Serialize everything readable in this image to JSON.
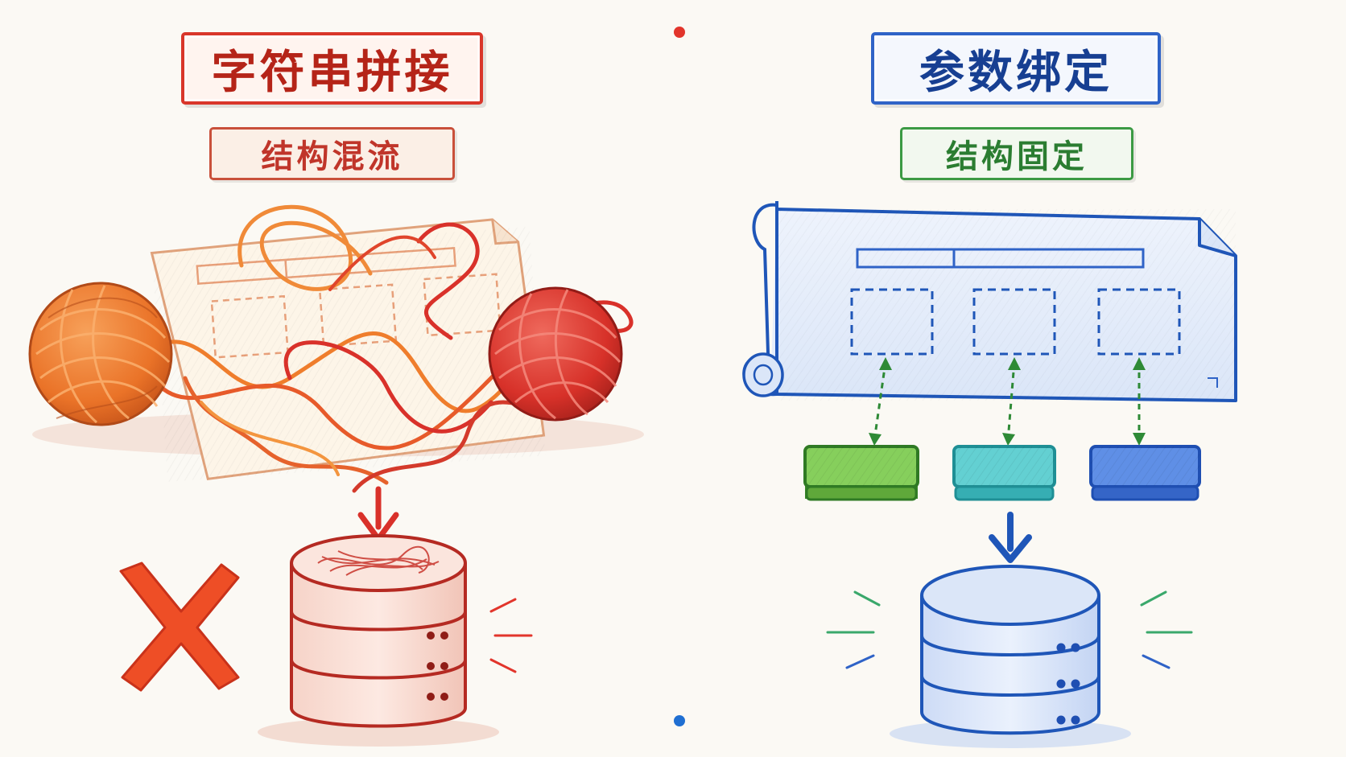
{
  "left": {
    "title": "字符串拼接",
    "subtitle": "结构混流",
    "colors": {
      "title": "#c62a1c",
      "subtitle": "#b93a25",
      "yarn_orange": "#ef7d2c",
      "yarn_red": "#d9312a",
      "cross": "#ea4a26",
      "database": "#c8342b"
    },
    "icons": [
      "document-sketch",
      "orange-yarn-ball",
      "red-yarn-ball",
      "tangled-threads",
      "down-arrow",
      "cross-mark",
      "tangled-database"
    ]
  },
  "right": {
    "title": "参数绑定",
    "subtitle": "结构固定",
    "colors": {
      "title": "#1f56b8",
      "subtitle": "#2e8a36",
      "block_green": "#6cc04a",
      "block_teal": "#3fbfc6",
      "block_blue": "#3d6fd4",
      "database": "#2f63c7"
    },
    "icons": [
      "blueprint-scroll",
      "placeholder-slot",
      "parameter-block",
      "down-arrow",
      "clean-database"
    ]
  },
  "divider": {
    "gradient": [
      "#e2352b",
      "#f08a1f",
      "#8cc04a",
      "#1f6fd2"
    ]
  }
}
